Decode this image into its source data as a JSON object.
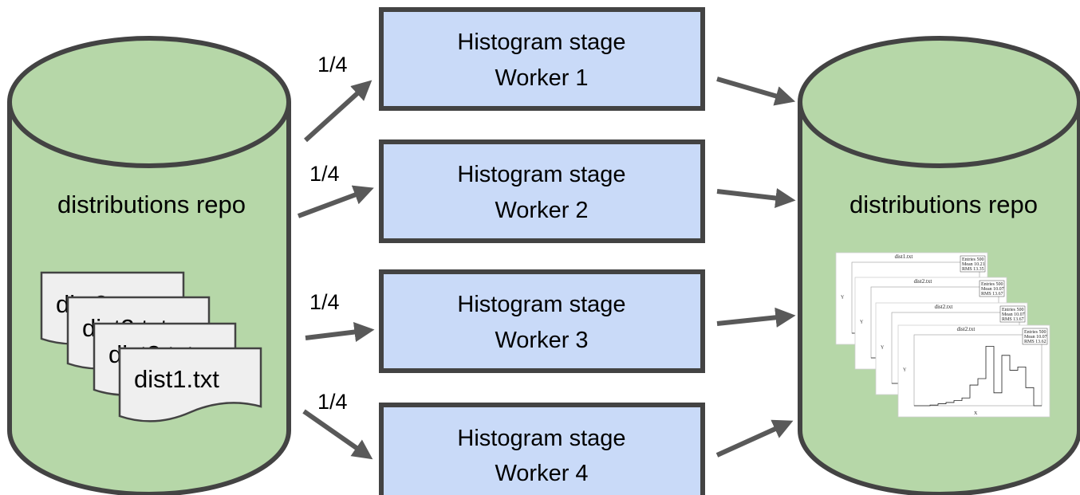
{
  "repos": [
    {
      "label": "distributions repo"
    },
    {
      "label": "distributions repo"
    }
  ],
  "source_files": [
    "dist3.txt",
    "dist2.txt",
    "dist3.txt",
    "dist1.txt"
  ],
  "fractions": [
    "1/4",
    "1/4",
    "1/4",
    "1/4"
  ],
  "workers": [
    {
      "line1": "Histogram stage",
      "line2": "Worker 1"
    },
    {
      "line1": "Histogram stage",
      "line2": "Worker 2"
    },
    {
      "line1": "Histogram stage",
      "line2": "Worker 3"
    },
    {
      "line1": "Histogram stage",
      "line2": "Worker 4"
    }
  ],
  "histogram_thumbs": [
    {
      "title": "dist1.txt",
      "stats": [
        "Entries 500",
        "Mean 10.21",
        "RMS 13.35"
      ],
      "y_axis": "Y",
      "x_axis": "X"
    },
    {
      "title": "dist2.txt",
      "stats": [
        "Entries 500",
        "Mean 10.07",
        "RMS 13.67"
      ],
      "y_axis": "Y",
      "x_axis": "X"
    },
    {
      "title": "dist2.txt",
      "stats": [
        "Entries 500",
        "Mean 10.07",
        "RMS 13.67"
      ],
      "y_axis": "Y",
      "x_axis": "X"
    },
    {
      "title": "dist2.txt",
      "stats": [
        "Entries 500",
        "Mean 10.07",
        "RMS 13.62"
      ],
      "y_axis": "Y",
      "x_axis": "X"
    }
  ],
  "colors": {
    "repo_fill": "#b6d7a8",
    "worker_fill": "#c9daf8",
    "stroke": "#434343",
    "arrow": "#595959",
    "doc_fill": "#efefef"
  }
}
